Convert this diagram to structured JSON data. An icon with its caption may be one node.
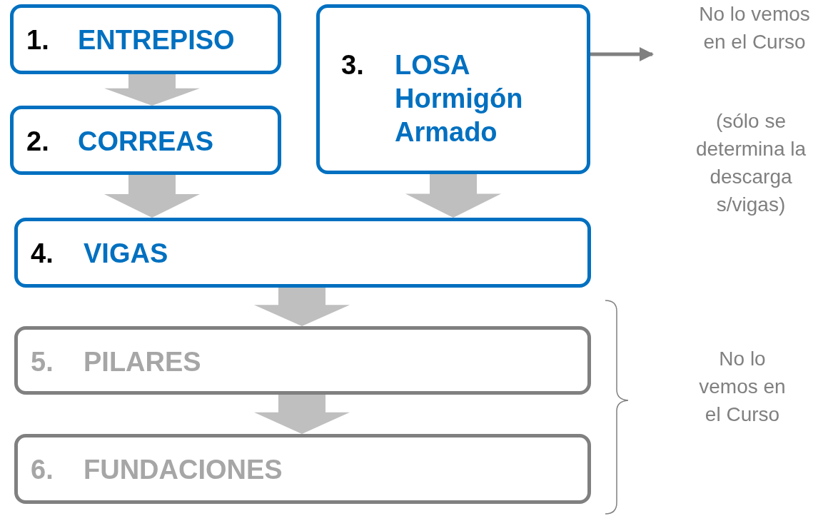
{
  "diagram": {
    "nodes": [
      {
        "text": [
          "1.",
          "ENTREPISO"
        ]
      },
      {
        "text": [
          "2.",
          "CORREAS"
        ]
      },
      {
        "text": [
          "3.",
          "LOSA Hormigón Armado"
        ]
      },
      {
        "text": [
          "4.",
          "VIGAS"
        ]
      },
      {
        "text": [
          "5.",
          "PILARES"
        ]
      },
      {
        "text": [
          "6.",
          "FUNDACIONES"
        ]
      },
      {
        "text": [
          "No lo vemos en el Curso",
          "(sólo se determina la descarga s/vigas)"
        ]
      }
    ],
    "edges": [
      {
        "from": 0,
        "to": 1,
        "arrow": "to",
        "style": "thick"
      },
      {
        "from": 1,
        "to": 3,
        "arrow": "to",
        "style": "thick"
      },
      {
        "from": 2,
        "to": 3,
        "arrow": "to",
        "style": "thick"
      },
      {
        "from": 3,
        "to": 4,
        "arrow": "to",
        "style": "thick"
      },
      {
        "from": 4,
        "to": 5,
        "arrow": "to",
        "style": "thick"
      },
      {
        "from": 2,
        "to": 6,
        "arrow": "to",
        "color": "#808080"
      }
    ],
    "labels": [
      "No lo vemos en el Curso"
    ]
  }
}
